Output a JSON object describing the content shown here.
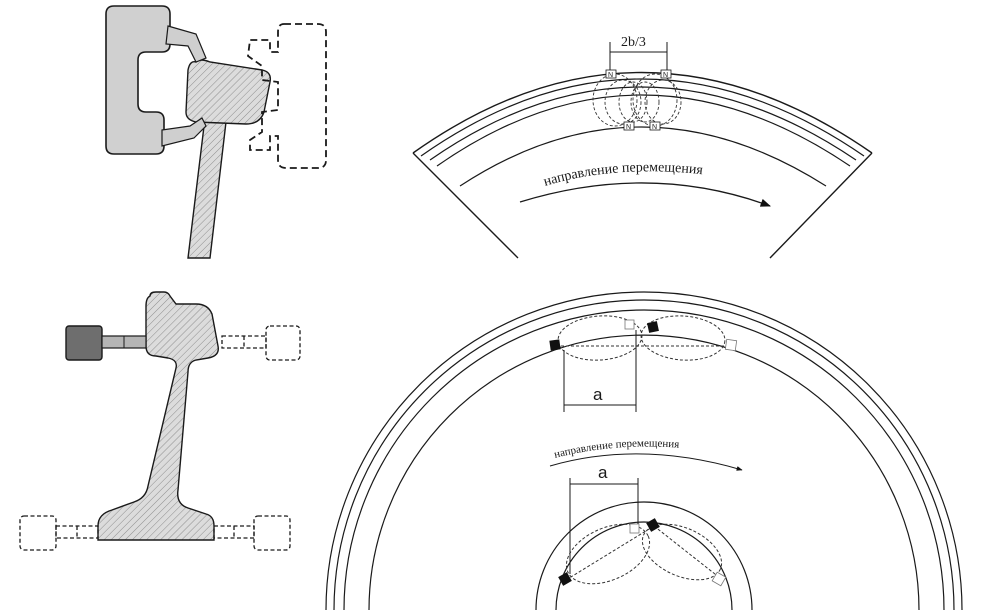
{
  "labels": {
    "spacing_top": "2b/3",
    "direction_top": "направление перемещения",
    "direction_bottom": "направление перемещения",
    "dim_a_upper": "a",
    "dim_a_lower": "a",
    "sensor_mark": "N"
  },
  "colors": {
    "rail_fill": "#d9d9d9",
    "sensor_fill": "#d0d0d0",
    "sensor_dark": "#6e6e6e",
    "stroke": "#1a1a1a",
    "marker": "#111111"
  }
}
